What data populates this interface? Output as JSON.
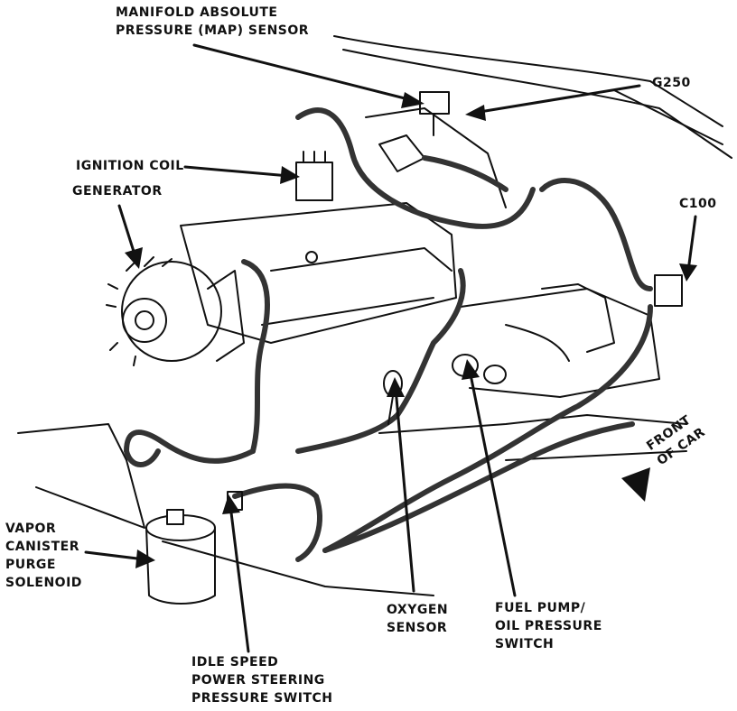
{
  "colors": {
    "ink": "#111111",
    "paper": "#ffffff",
    "harness": "#333333"
  },
  "labels": {
    "map_sensor": [
      "MANIFOLD ABSOLUTE",
      "PRESSURE (MAP) SENSOR"
    ],
    "g250": "G250",
    "ignition_coil": "IGNITION COIL",
    "generator": "GENERATOR",
    "c100": "C100",
    "front_of_car": [
      "FRONT",
      "OF CAR"
    ],
    "vapor_canister": [
      "VAPOR",
      "CANISTER",
      "PURGE",
      "SOLENOID"
    ],
    "oxygen_sensor": [
      "OXYGEN",
      "SENSOR"
    ],
    "fuel_pump": [
      "FUEL PUMP/",
      "OIL PRESSURE",
      "SWITCH"
    ],
    "idle_speed": [
      "IDLE SPEED",
      "POWER STEERING",
      "PRESSURE SWITCH"
    ]
  }
}
